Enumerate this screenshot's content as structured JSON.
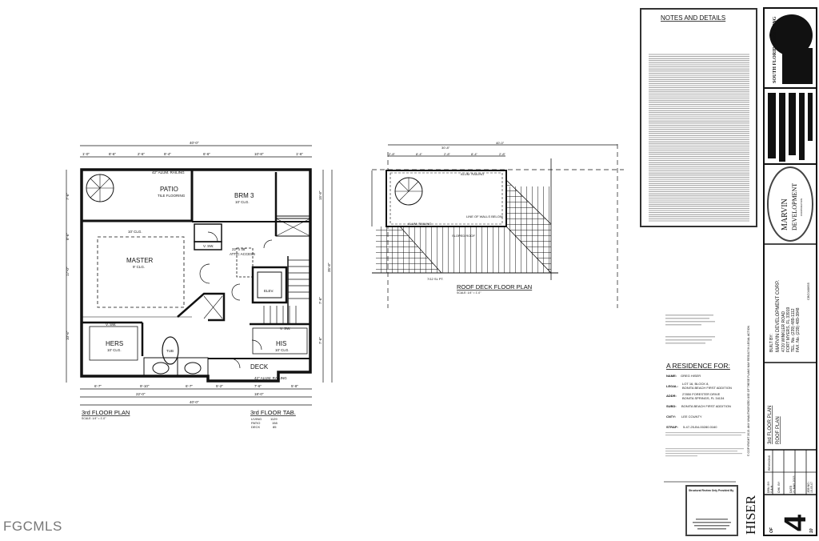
{
  "watermark": "FGCMLS",
  "floor_plan": {
    "title": "3rd FLOOR PLAN",
    "scale": "SCALE: 1/4\" = 1'-0\"",
    "rooms": {
      "patio": "PATIO",
      "patio_sub": "TILE FLOORING",
      "brm3": "BRM 3",
      "brm3_sub": "10' CLG.",
      "master": "MASTER",
      "master_sub": "9' CLG.",
      "master_tray": "10' CLG.",
      "hers": "HERS",
      "hers_sub": "10' CLG.",
      "his": "HIS",
      "his_sub": "10' CLG.",
      "deck": "DECK",
      "attic": "22\" x 48\"",
      "attic_sub": "ATTIC ACCESS",
      "elev": "ELEV.",
      "tub": "TUB"
    },
    "notes": {
      "top_railing": "42\" ALUM. RAILING",
      "deck_railing": "42\" ALUM. RAILING",
      "vsw1": "V. SW.",
      "vsw2": "V. SW.",
      "vsw3": "V. SW."
    },
    "dims_top": [
      "1'-0\"",
      "8'-6\"",
      "2'-6\"",
      "8'-4\"",
      "6'-6\"",
      "10'-8\"",
      "1'-6\""
    ],
    "dim_overall_top": "40'-0\"",
    "dims_bottom": [
      "6'-7\"",
      "9'-10\"",
      "6'-7\"",
      "5'-2\"",
      "7'-6\"",
      "5'-8\""
    ],
    "dims_bottom2": [
      "22'-0\"",
      "18'-0\""
    ],
    "dim_overall_bottom": "40'-0\"",
    "dims_right": [
      "15'-8\"",
      "35'-8\"",
      "7'-6\"",
      "7'-6\""
    ],
    "dims_left": [
      "7'-6\"",
      "8'-6\"",
      "17'-0\"",
      "10'-6\""
    ]
  },
  "floor_tab": {
    "title": "3rd FLOOR TAB.",
    "rows": [
      {
        "label": "LIVING",
        "value": "1129"
      },
      {
        "label": "PATIO",
        "value": "158"
      },
      {
        "label": "DECK",
        "value": "85"
      }
    ]
  },
  "roof_plan": {
    "title": "ROOF DECK FLOOR PLAN",
    "scale": "SCALE: 1/4\" = 1'-0\"",
    "dim_overall": "40'-0\"",
    "dim_deck": "30'-8\"",
    "dims_top": [
      "2'-8\"",
      "8'-4\"",
      "2'-8\"",
      "8'-4\"",
      "2'-8\""
    ],
    "rail_top": "ALUM. RAILING",
    "rail_bottom": "ALUM. RAILING",
    "line_of_walls": "LINE OF WALLS BELOW",
    "sloped_roof": "SLOPED ROOF",
    "pitch": "7/12 SL PT."
  },
  "notes_box": {
    "title": "NOTES AND DETAILS"
  },
  "residence": {
    "title": "A RESIDENCE FOR:",
    "rows": [
      {
        "label": "NAME:",
        "value": "GREG HISER"
      },
      {
        "label": "LEGAL:",
        "value": "LOT 16, BLOCK 8,",
        "value2": "BONITA BEACH FIRST ADDITION"
      },
      {
        "label": "ADDR:",
        "value": "27850 FORESTER DRIVE",
        "value2": "BONITA SPRINGS, FL 34134"
      },
      {
        "label": "SUBD:",
        "value": "BONITA BEACH FIRST ADDITION"
      },
      {
        "label": "CNTY:",
        "value": "LEE COUNTY"
      },
      {
        "label": "STRAP:",
        "value": "5-47-25-B4-00280.0160"
      }
    ]
  },
  "structural_box": {
    "title": "Structural Review Only Provided By"
  },
  "title_block": {
    "drafting_logo": "SOUTH FLORIDA DRAFTING",
    "marvin_logo": "MARVIN",
    "marvin_logo2": "DEVELOPMENT",
    "marvin_logo3": "CORPORATION",
    "built_by": "BUILT BY:",
    "builder": [
      "MARVIN DEVELOPMENT CORP.",
      "4720 WINKLER ROAD",
      "FORT MYERS, FL 33919",
      "TEL. No. (239) 489-1112",
      "FAX. No. (239) 489-3848"
    ],
    "license": "CBC040655",
    "copyright": "© COPYRIGHT 2015. ANY UNAUTHORIZED USE OF THESE PLANS MAY RESULT IN LEGAL ACTION",
    "sheet_titles": [
      "3rd FLOOR PLAN",
      "ROOF PLAN"
    ],
    "revisions": "REVISIONS",
    "drn_by": "DRN. BY:",
    "drn_by_value": "S.A.H.",
    "chk_by": "CHK. BY:",
    "date": "DATE:",
    "date_value": "21 MAY, 2015",
    "job_no": "JOB NO.:",
    "job_value": "15-05-07",
    "client": "HISER",
    "sheet_number": "4",
    "of_label": "OF",
    "sheet_total": "10"
  }
}
